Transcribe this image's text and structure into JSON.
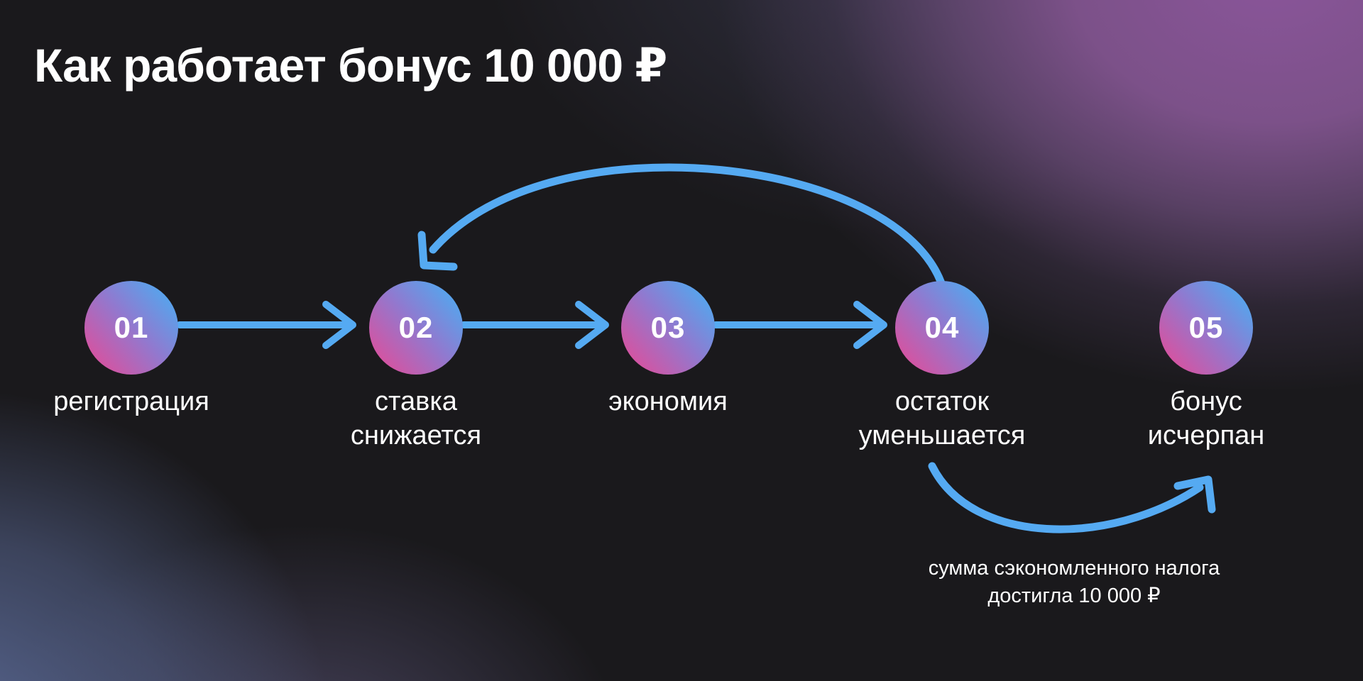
{
  "title": "Как работает бонус 10 000 ₽",
  "steps": [
    {
      "number": "01",
      "line1": "регистрация",
      "line2": ""
    },
    {
      "number": "02",
      "line1": "ставка",
      "line2": "снижается"
    },
    {
      "number": "03",
      "line1": "экономия",
      "line2": ""
    },
    {
      "number": "04",
      "line1": "остаток",
      "line2": "уменьшается"
    },
    {
      "number": "05",
      "line1": "бонус",
      "line2": "исчерпан"
    }
  ],
  "annotation": {
    "line1": "сумма сэкономленного налога",
    "line2": "достигла 10 000 ₽"
  },
  "colors": {
    "background": "#1a191c",
    "arrow_blue": "#55aaf2",
    "circle_gradient_pink": "#ec4792",
    "circle_gradient_purple": "#9179cf",
    "circle_gradient_blue": "#41b4f7",
    "glow_top_right_purple": "#8a559a",
    "glow_bottom_left_blue": "#57658f",
    "text": "#ffffff"
  }
}
